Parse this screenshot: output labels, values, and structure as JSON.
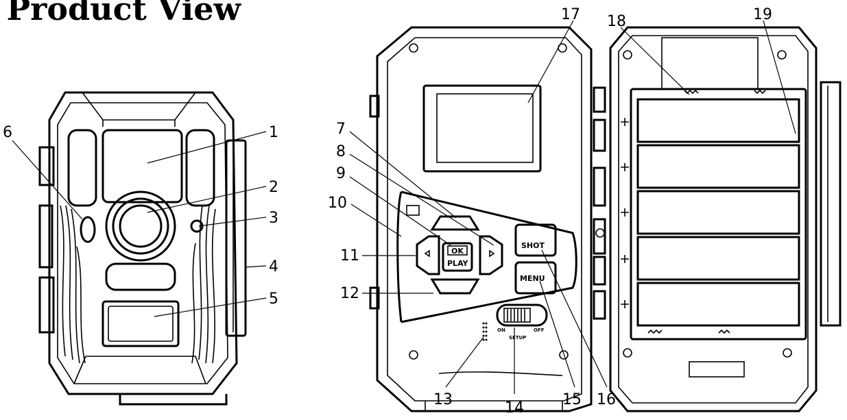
{
  "page": {
    "title": "l Product View"
  },
  "buttons": {
    "ok": "OK",
    "play": "PLAY",
    "shot": "SHOT",
    "menu": "MENU"
  },
  "switch": {
    "on": "ON",
    "setup": "SETUP",
    "off": "OFF"
  },
  "callouts": [
    "1",
    "2",
    "3",
    "4",
    "5",
    "6",
    "7",
    "8",
    "9",
    "10",
    "11",
    "12",
    "13",
    "14",
    "15",
    "16",
    "17",
    "18",
    "19"
  ]
}
